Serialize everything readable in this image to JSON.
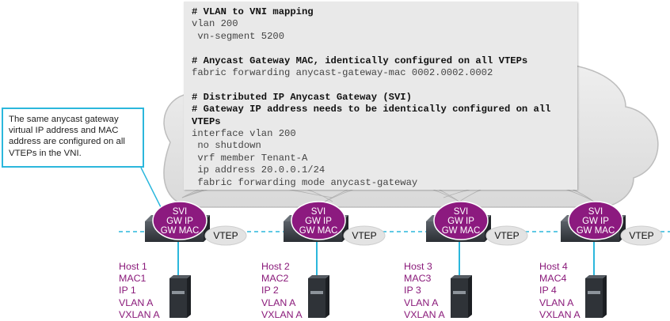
{
  "code_lines": [
    {
      "text": "# VLAN to VNI mapping",
      "comment": true
    },
    {
      "text": "vlan 200",
      "comment": false
    },
    {
      "text": " vn-segment 5200",
      "comment": false
    },
    {
      "text": "",
      "comment": false
    },
    {
      "text": "# Anycast Gateway MAC, identically configured on all VTEPs",
      "comment": true
    },
    {
      "text": "fabric forwarding anycast-gateway-mac 0002.0002.0002",
      "comment": false
    },
    {
      "text": "",
      "comment": false
    },
    {
      "text": "# Distributed IP Anycast Gateway (SVI)",
      "comment": true
    },
    {
      "text": "# Gateway IP address needs to be identically configured on all",
      "comment": true
    },
    {
      "text": "VTEPs",
      "comment": true
    },
    {
      "text": "interface vlan 200",
      "comment": false
    },
    {
      "text": " no shutdown",
      "comment": false
    },
    {
      "text": " vrf member Tenant-A",
      "comment": false
    },
    {
      "text": " ip address 20.0.0.1/24",
      "comment": false
    },
    {
      "text": " fabric forwarding mode anycast-gateway",
      "comment": false
    }
  ],
  "callout": {
    "text": "The same anycast gateway virtual IP address and MAC address are configured on all VTEPs in the VNI."
  },
  "switch_badge": {
    "line1": "SVI",
    "line2": "GW IP",
    "line3": "GW MAC",
    "vtep_label": "VTEP"
  },
  "hosts": [
    {
      "name": "Host 1",
      "mac": "MAC1",
      "ip": "IP 1",
      "vlan": "VLAN A",
      "vxlan": "VXLAN A"
    },
    {
      "name": "Host 2",
      "mac": "MAC2",
      "ip": "IP 2",
      "vlan": "VLAN A",
      "vxlan": "VXLAN A"
    },
    {
      "name": "Host 3",
      "mac": "MAC3",
      "ip": "IP 3",
      "vlan": "VLAN A",
      "vxlan": "VXLAN A"
    },
    {
      "name": "Host 4",
      "mac": "MAC4",
      "ip": "IP 4",
      "vlan": "VLAN A",
      "vxlan": "VXLAN A"
    }
  ],
  "colors": {
    "cloud": "#e6e6e6",
    "badge": "#8c1a7f",
    "link": "#2bb7dc",
    "switch": "#3a3f45"
  }
}
